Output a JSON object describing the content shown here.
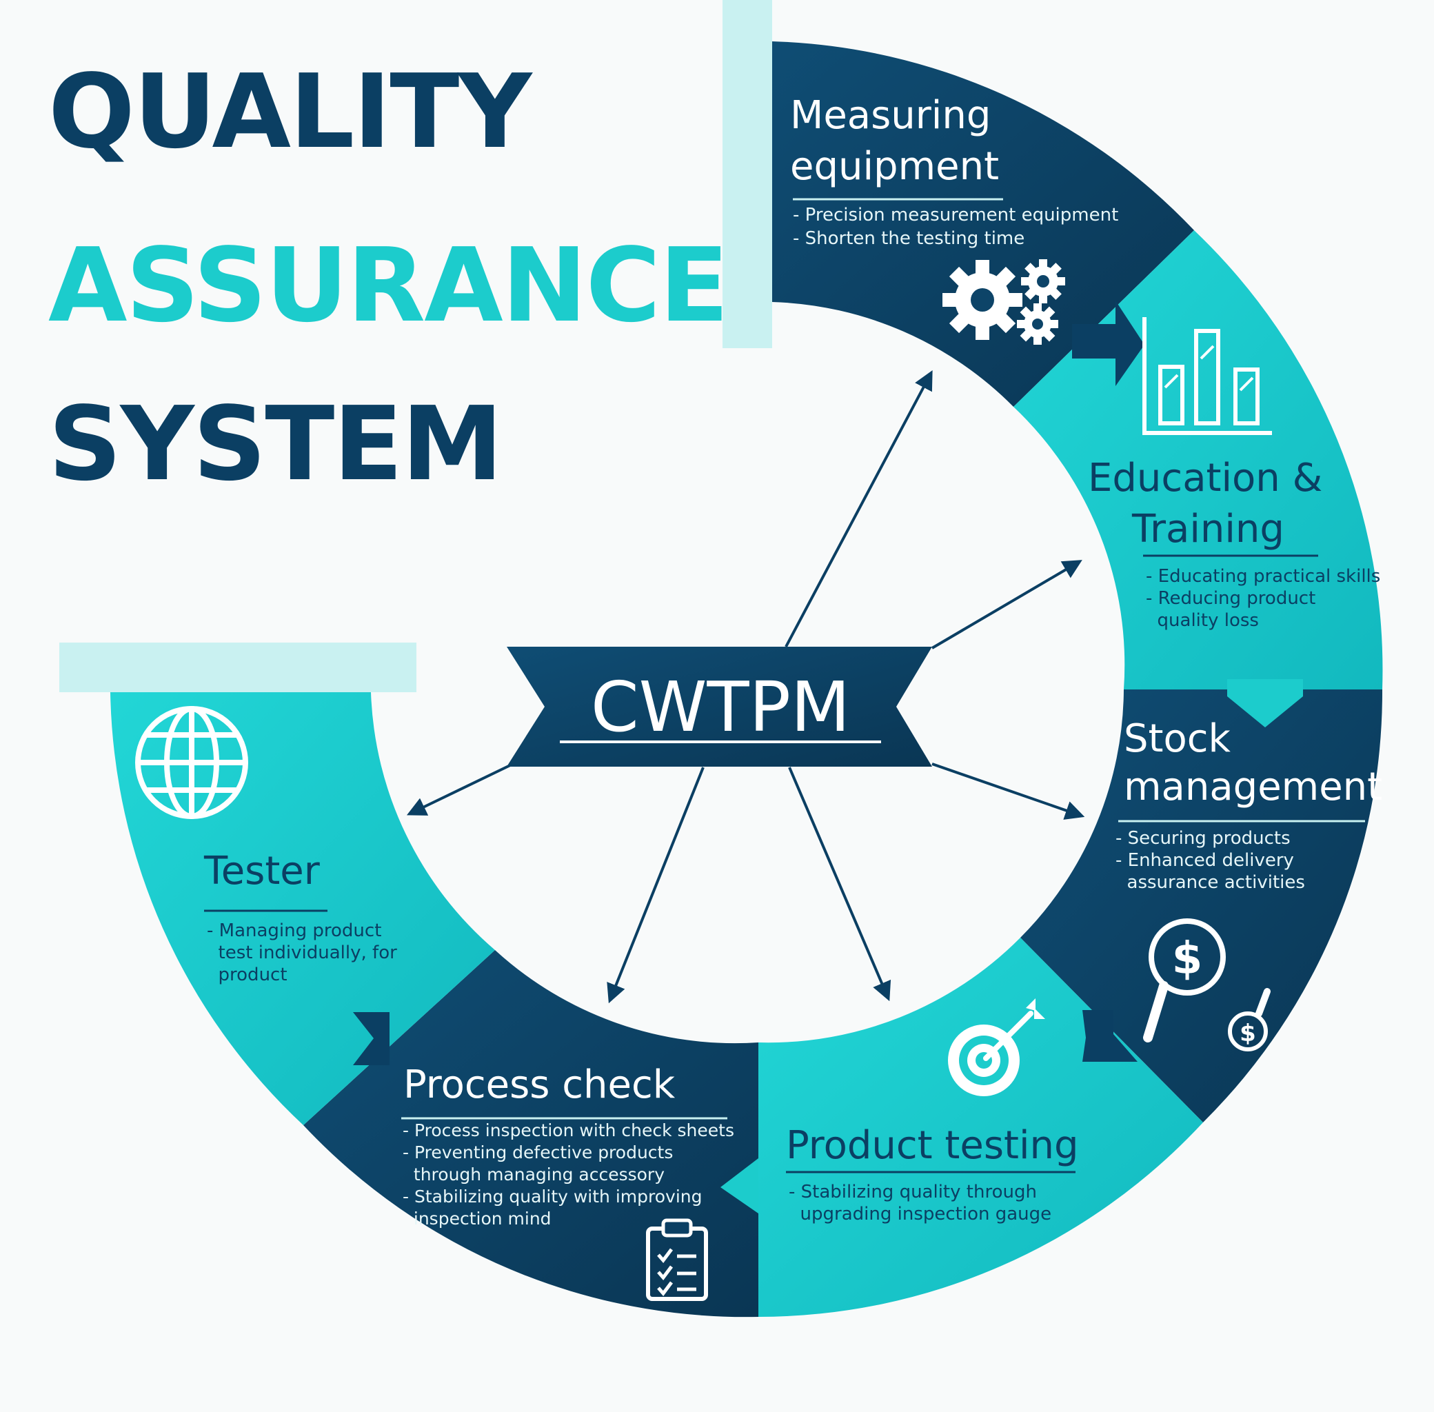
{
  "title": {
    "line1": "QUALITY",
    "line2": "ASSURANCE",
    "line3": "SYSTEM"
  },
  "center": {
    "label": "CWTPM"
  },
  "sections": [
    {
      "id": "measuring",
      "title_lines": [
        "Measuring",
        "equipment"
      ],
      "bullets": [
        "- Precision measurement equipment",
        "- Shorten the testing time"
      ],
      "icon": "gears-icon"
    },
    {
      "id": "education",
      "title_lines": [
        "Education &",
        "Training"
      ],
      "bullets": [
        "- Educating practical skills",
        "- Reducing product",
        "  quality loss"
      ],
      "icon": "bar-chart-icon"
    },
    {
      "id": "stock",
      "title_lines": [
        "Stock",
        "management"
      ],
      "bullets": [
        "- Securing products",
        "- Enhanced delivery",
        "  assurance activities"
      ],
      "icon": "magnifier-dollar-icon"
    },
    {
      "id": "product-testing",
      "title_lines": [
        "Product testing"
      ],
      "bullets": [
        "- Stabilizing quality through",
        "  upgrading inspection gauge"
      ],
      "icon": "target-icon"
    },
    {
      "id": "process-check",
      "title_lines": [
        "Process check"
      ],
      "bullets": [
        "- Process inspection with check sheets",
        "- Preventing defective products",
        "  through managing accessory",
        "- Stabilizing quality with improving",
        "  inspection mind"
      ],
      "icon": "clipboard-checklist-icon"
    },
    {
      "id": "tester",
      "title_lines": [
        "Tester"
      ],
      "bullets": [
        "- Managing product",
        "  test individually, for",
        "  product"
      ],
      "icon": "globe-icon"
    }
  ],
  "colors": {
    "navy": "#0b3f63",
    "teal": "#1ccccc",
    "light_teal": "#c9f1f1",
    "background": "#f8fafa"
  }
}
